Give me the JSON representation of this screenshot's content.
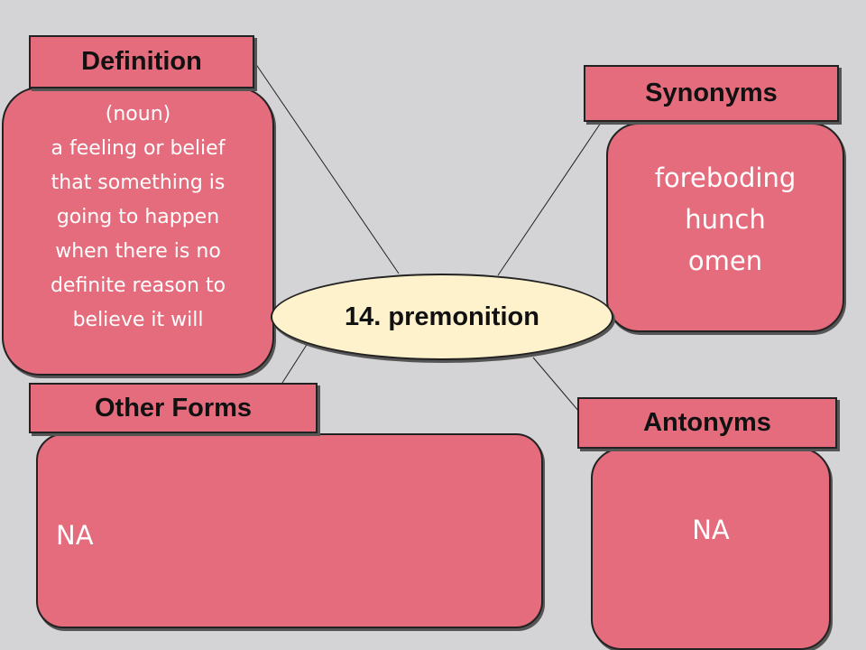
{
  "center_word": "14. premonition",
  "definition": {
    "header": "Definition",
    "lines": [
      "(noun)",
      "a feeling or belief",
      "that something is",
      "going to happen",
      "when there is no",
      "definite reason to",
      "believe it will"
    ]
  },
  "synonyms": {
    "header": "Synonyms",
    "lines": [
      "foreboding",
      "hunch",
      "omen"
    ]
  },
  "other_forms": {
    "header": "Other Forms",
    "value": "NA"
  },
  "antonyms": {
    "header": "Antonyms",
    "value": "NA"
  },
  "colors": {
    "background": "#d4d4d6",
    "box_fill": "#e46c7d",
    "center_fill": "#fef2cc",
    "outline": "#222222"
  }
}
